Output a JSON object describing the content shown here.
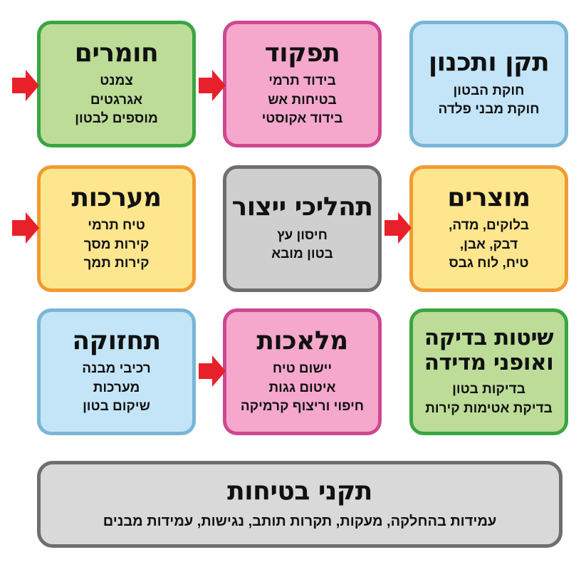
{
  "cards": {
    "materials": {
      "title": "חומרים",
      "items": [
        "צמנט",
        "אגרגטים",
        "מוספים לבטון"
      ]
    },
    "function": {
      "title": "תפקוד",
      "items": [
        "בידוד תרמי",
        "בטיחות אש",
        "בידוד אקוסטי"
      ]
    },
    "standards": {
      "title": "תקן ותכנון",
      "items": [
        "חוקת הבטון",
        "חוקת מבני פלדה"
      ]
    },
    "systems": {
      "title": "מערכות",
      "items": [
        "טיח תרמי",
        "קירות מסך",
        "קירות תמך"
      ]
    },
    "production": {
      "title": "תהליכי ייצור",
      "items": [
        "חיסון עץ",
        "בטון מובא"
      ]
    },
    "products": {
      "title": "מוצרים",
      "items": [
        "בלוקים, מדה,",
        "דבק, אבן,",
        "טיח, לוח גבס"
      ]
    },
    "maintenance": {
      "title": "תחזוקה",
      "items": [
        "רכיבי מבנה",
        "מערכות",
        "שיקום בטון"
      ]
    },
    "crafts": {
      "title": "מלאכות",
      "items": [
        "יישום טיח",
        "איטום גגות",
        "חיפוי וריצוף קרמיקה"
      ]
    },
    "testing": {
      "title": "שיטות בדיקה ואופני מדידה",
      "items": [
        "בדיקות בטון",
        "בדיקת אטימות קירות"
      ]
    },
    "safety": {
      "title": "תקני בטיחות",
      "items": [
        "עמידות בהחלקה, מעקות, תקרות תותב, נגישות, עמידות מבנים"
      ]
    }
  },
  "colors": {
    "arrow": "#e8202a",
    "green_fill": "#bcdc98",
    "green_border": "#3aa541",
    "pink_fill": "#f5a8cc",
    "pink_border": "#cd4890",
    "blue_fill": "#c4e5f8",
    "blue_border": "#79b6d6",
    "orange_fill": "#fde68e",
    "orange_border": "#f29a33",
    "gray_fill": "#cfcfcf",
    "gray_border": "#6e6e6e"
  }
}
